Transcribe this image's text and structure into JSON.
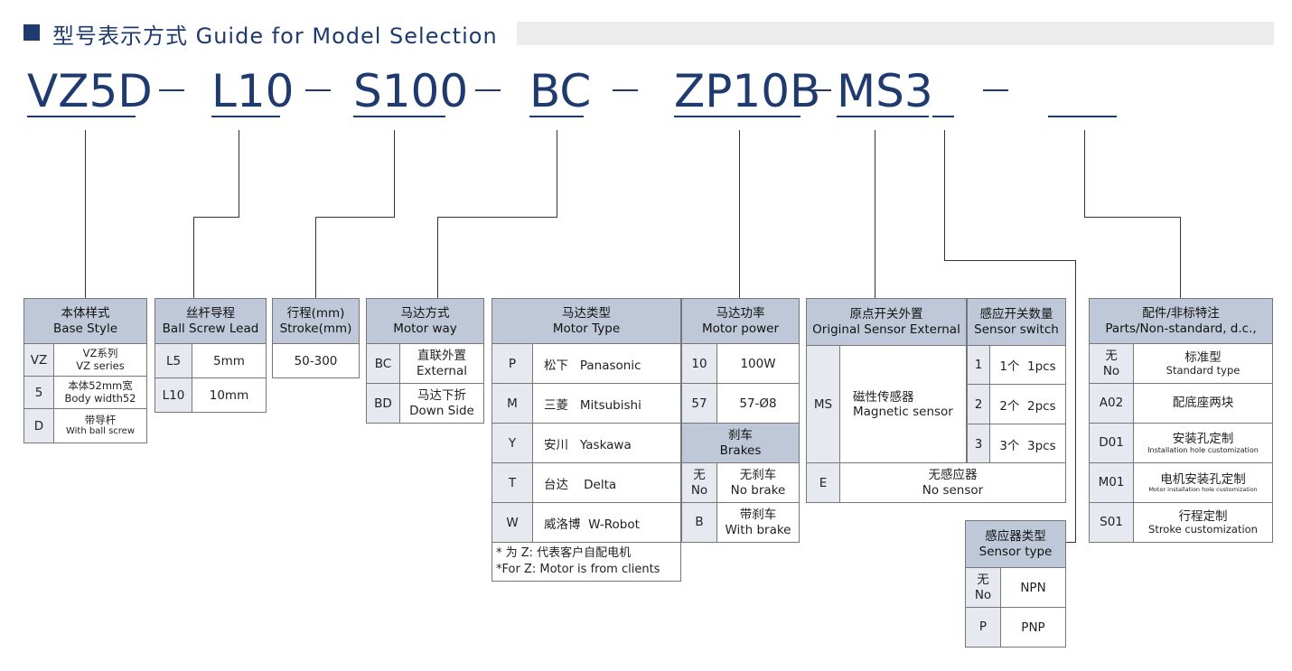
{
  "header": {
    "title": "型号表示方式  Guide for Model Selection"
  },
  "model_code": {
    "segments": [
      "VZ5D",
      "L10",
      "S100",
      "BC",
      "ZP10B",
      "MS3",
      "",
      ""
    ]
  },
  "base_style": {
    "head": [
      "本体样式",
      "Base Style"
    ],
    "rows": [
      {
        "code": "VZ",
        "cn": "VZ系列",
        "en": "VZ series"
      },
      {
        "code": "5",
        "cn": "本体52mm宽",
        "en": "Body width52"
      },
      {
        "code": "D",
        "cn": "带导杆",
        "en": "With ball screw"
      }
    ]
  },
  "ball_screw": {
    "head": [
      "丝杆导程",
      "Ball Screw Lead"
    ],
    "rows": [
      {
        "code": "L5",
        "val": "5mm"
      },
      {
        "code": "L10",
        "val": "10mm"
      }
    ]
  },
  "stroke": {
    "head": [
      "行程(mm)",
      "Stroke(mm)"
    ],
    "val": "50-300"
  },
  "motor_way": {
    "head": [
      "马达方式",
      "Motor way"
    ],
    "rows": [
      {
        "code": "BC",
        "cn": "直联外置",
        "en": "External"
      },
      {
        "code": "BD",
        "cn": "马达下折",
        "en": "Down Side"
      }
    ]
  },
  "motor_type": {
    "head": [
      "马达类型",
      "Motor Type"
    ],
    "rows": [
      {
        "code": "P",
        "val": "松下   Panasonic"
      },
      {
        "code": "M",
        "val": "三菱   Mitsubishi"
      },
      {
        "code": "Y",
        "val": "安川   Yaskawa"
      },
      {
        "code": "T",
        "val": "台达    Delta"
      },
      {
        "code": "W",
        "val": "威洛博  W-Robot"
      }
    ],
    "notes": [
      "* 为 Z: 代表客户自配电机",
      "*For Z: Motor is from clients"
    ]
  },
  "motor_power": {
    "head": [
      "马达功率",
      "Motor power"
    ],
    "rows": [
      {
        "code": "10",
        "val": "100W"
      },
      {
        "code": "57",
        "val": "57-Ø8"
      }
    ]
  },
  "brakes": {
    "head": [
      "刹车",
      "Brakes"
    ],
    "rows": [
      {
        "code": [
          "无",
          "No"
        ],
        "val": [
          "无刹车",
          "No brake"
        ]
      },
      {
        "code": [
          "B",
          ""
        ],
        "val": [
          "带刹车",
          "With brake"
        ]
      }
    ]
  },
  "origin_sensor": {
    "head": [
      "原点开关外置",
      "Original Sensor External"
    ],
    "rows": [
      {
        "code": "MS",
        "cn": "磁性传感器",
        "en": "Magnetic sensor"
      },
      {
        "code": "E",
        "cn": "无感应器",
        "en": "No sensor"
      }
    ]
  },
  "sensor_switch": {
    "head": [
      "感应开关数量",
      "Sensor switch"
    ],
    "rows": [
      {
        "code": "1",
        "val": "1个  1pcs"
      },
      {
        "code": "2",
        "val": "2个  2pcs"
      },
      {
        "code": "3",
        "val": "3个  3pcs"
      }
    ]
  },
  "sensor_type": {
    "head": [
      "感应器类型",
      "Sensor type"
    ],
    "rows": [
      {
        "code": [
          "无",
          "No"
        ],
        "val": "NPN"
      },
      {
        "code": [
          "P",
          ""
        ],
        "val": "PNP"
      }
    ]
  },
  "parts": {
    "head": [
      "配件/非标特注",
      "Parts/Non-standard, d.c.,"
    ],
    "rows": [
      {
        "code": [
          "无",
          "No"
        ],
        "cn": "标准型",
        "en": "Standard type",
        "size": "sm"
      },
      {
        "code": [
          "A02",
          ""
        ],
        "cn": "配底座两块",
        "en": "",
        "size": "sm"
      },
      {
        "code": [
          "D01",
          ""
        ],
        "cn": "安装孔定制",
        "en": "Installation hole customization",
        "size": "xs"
      },
      {
        "code": [
          "M01",
          ""
        ],
        "cn": "电机安装孔定制",
        "en": "Motor installation hole customization",
        "size": "xxs"
      },
      {
        "code": [
          "S01",
          ""
        ],
        "cn": "行程定制",
        "en": "Stroke customization",
        "size": "sm"
      }
    ]
  },
  "colors": {
    "navy": "#1e3a6e",
    "header_bg": "#bfc8d8",
    "code_bg": "#e6e9f0"
  }
}
